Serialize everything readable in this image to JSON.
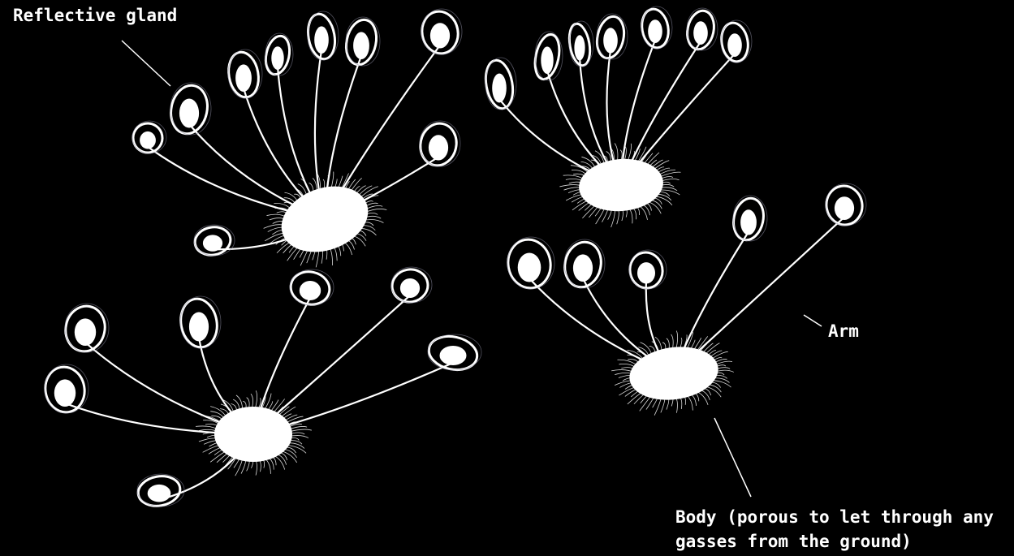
{
  "labels": {
    "reflective_gland": "Reflective gland",
    "arm": "Arm",
    "body_line1": "Body (porous to let through any",
    "body_line2": "gasses from the ground)"
  },
  "colors": {
    "background": "#000000",
    "ink": "#ffffff"
  }
}
